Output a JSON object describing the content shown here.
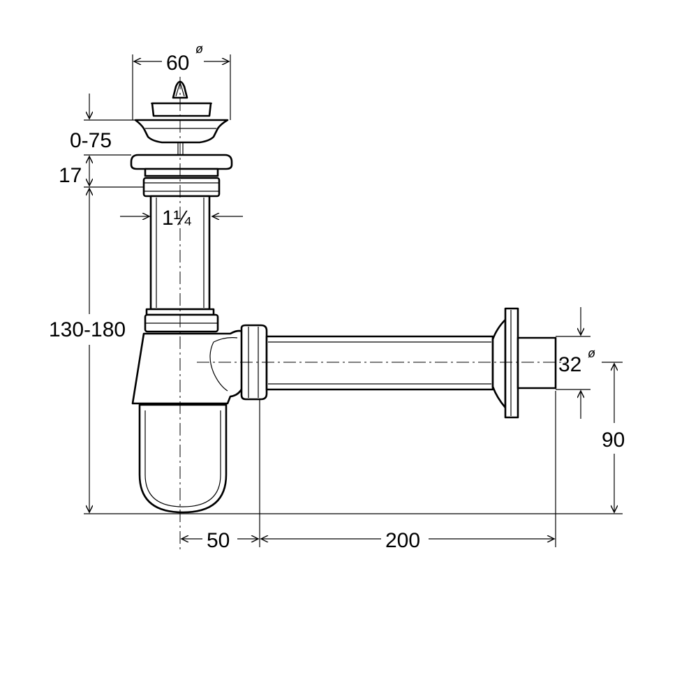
{
  "dimensions": {
    "strainer_diameter": {
      "value": "60",
      "unit_mark": "ø"
    },
    "height_adjust": {
      "value": "0-75"
    },
    "flange_height": {
      "value": "17"
    },
    "pipe_size": {
      "value": "1¼"
    },
    "trap_height": {
      "value": "130-180"
    },
    "outlet_diameter": {
      "value": "32",
      "unit_mark": "ø"
    },
    "outlet_height": {
      "value": "90"
    },
    "trap_offset": {
      "value": "50"
    },
    "outlet_length": {
      "value": "200"
    }
  }
}
